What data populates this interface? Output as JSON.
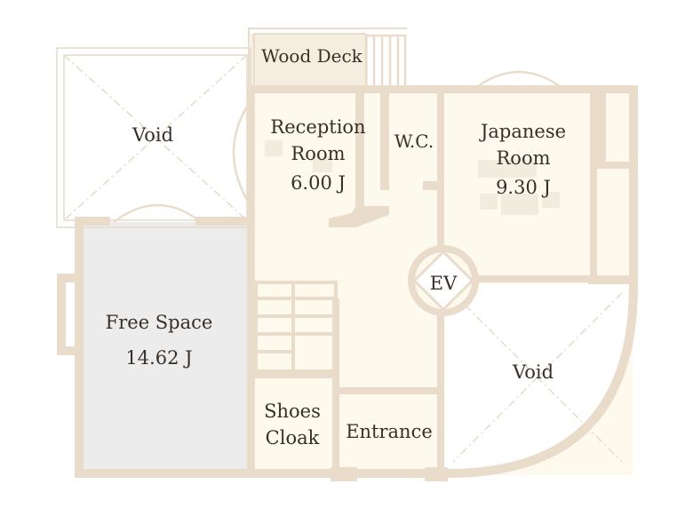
{
  "colors": {
    "wall": "#e9dccb",
    "floor": "#fdf9ec",
    "free_space": "#ececec",
    "deck": "#f5eddf",
    "void_line": "#e6dac8",
    "text": "#3a2f28",
    "background": "#ffffff"
  },
  "rooms": {
    "wood_deck": {
      "name": "Wood Deck"
    },
    "void_left": {
      "name": "Void"
    },
    "reception": {
      "line1": "Reception",
      "line2": "Room",
      "area": "6.00 J"
    },
    "wc": {
      "name": "W.C."
    },
    "japanese": {
      "line1": "Japanese",
      "line2": "Room",
      "area": "9.30 J"
    },
    "ev": {
      "name": "EV"
    },
    "free_space": {
      "name": "Free Space",
      "area": "14.62 J"
    },
    "void_right": {
      "name": "Void"
    },
    "shoes_cloak": {
      "line1": "Shoes",
      "line2": "Cloak"
    },
    "entrance": {
      "name": "Entrance"
    }
  }
}
